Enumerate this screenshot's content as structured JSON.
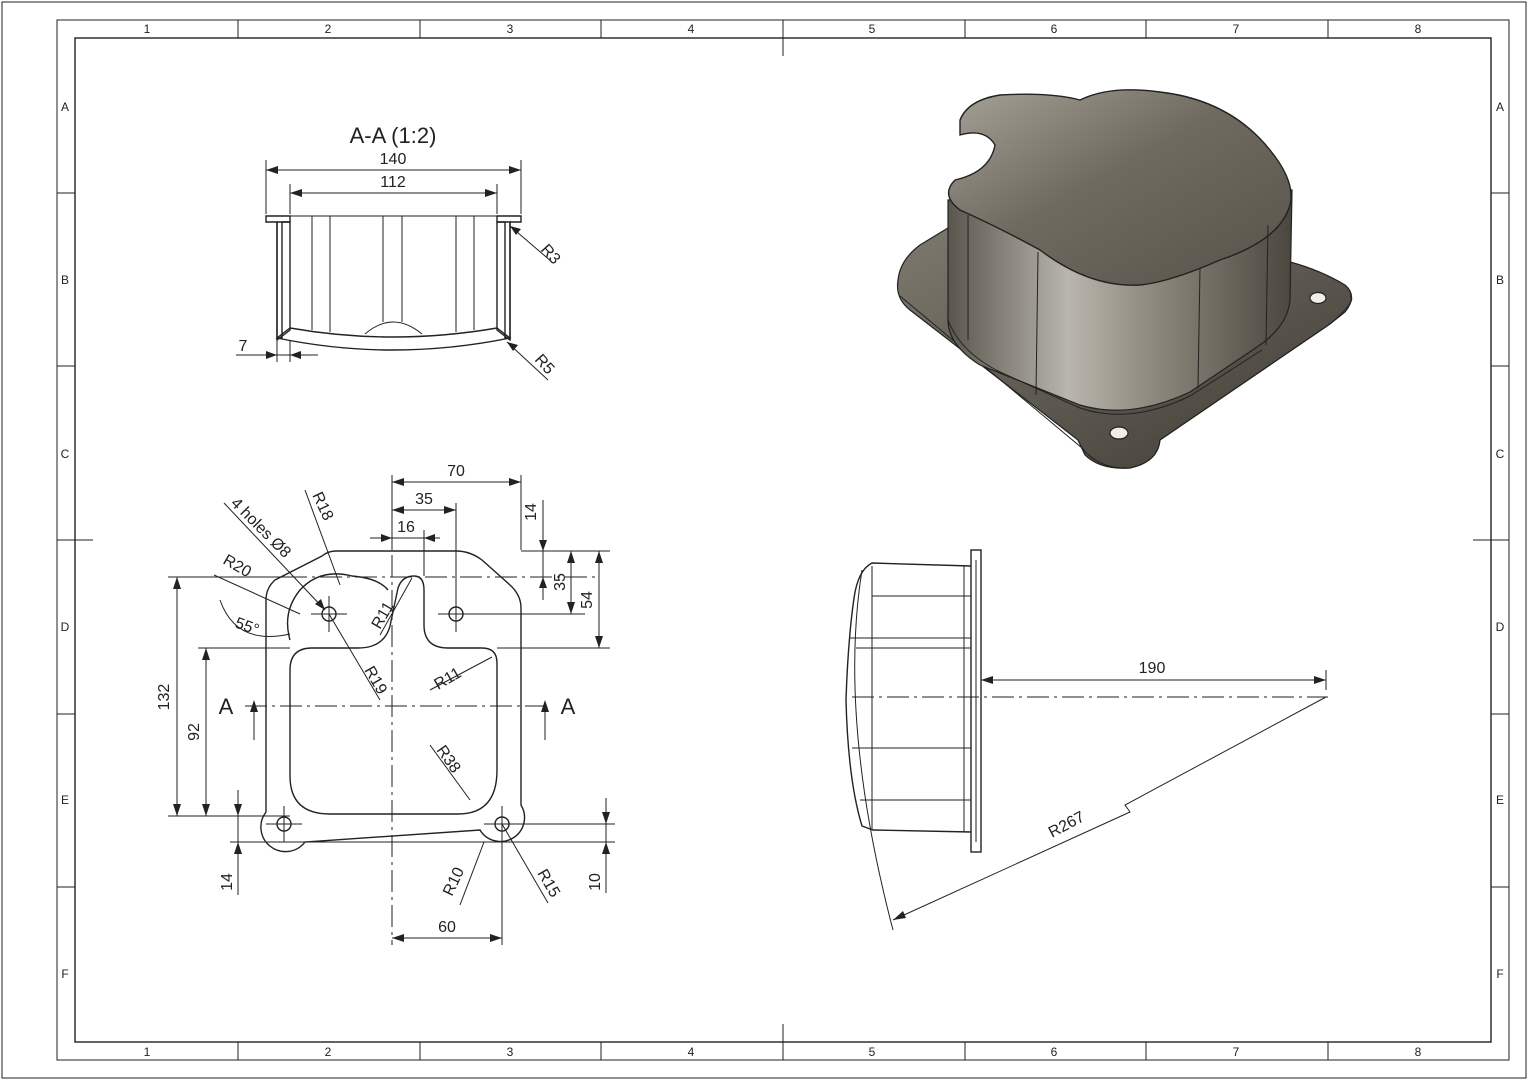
{
  "sheet": {
    "zone_columns": [
      "1",
      "2",
      "3",
      "4",
      "5",
      "6",
      "7",
      "8"
    ],
    "zone_rows": [
      "A",
      "B",
      "C",
      "D",
      "E",
      "F"
    ]
  },
  "section_view": {
    "title": "A-A (1:2)",
    "dims": {
      "outer_width": "140",
      "inner_width": "112",
      "wall": "7",
      "top_radius": "R3",
      "bottom_radius": "R5"
    }
  },
  "top_view": {
    "dims": {
      "d70": "70",
      "d35": "35",
      "d16": "16",
      "d14_top": "14",
      "d35_right": "35",
      "d54": "54",
      "holes": "4 holes Ø8",
      "r18": "R18",
      "r20": "R20",
      "angle": "55°",
      "r11_a": "R11",
      "r19": "R19",
      "r11_b": "R11",
      "d132": "132",
      "d92": "92",
      "section_left": "A",
      "section_right": "A",
      "r38": "R38",
      "d14_bottom": "14",
      "r10": "R10",
      "r15": "R15",
      "d10": "10",
      "d60": "60"
    }
  },
  "side_view": {
    "dims": {
      "d190": "190",
      "r267": "R267"
    }
  },
  "colors": {
    "line": "#222222",
    "shade_dark": "#4a463e",
    "shade_mid": "#8a867b",
    "shade_light": "#c9c6bd"
  }
}
